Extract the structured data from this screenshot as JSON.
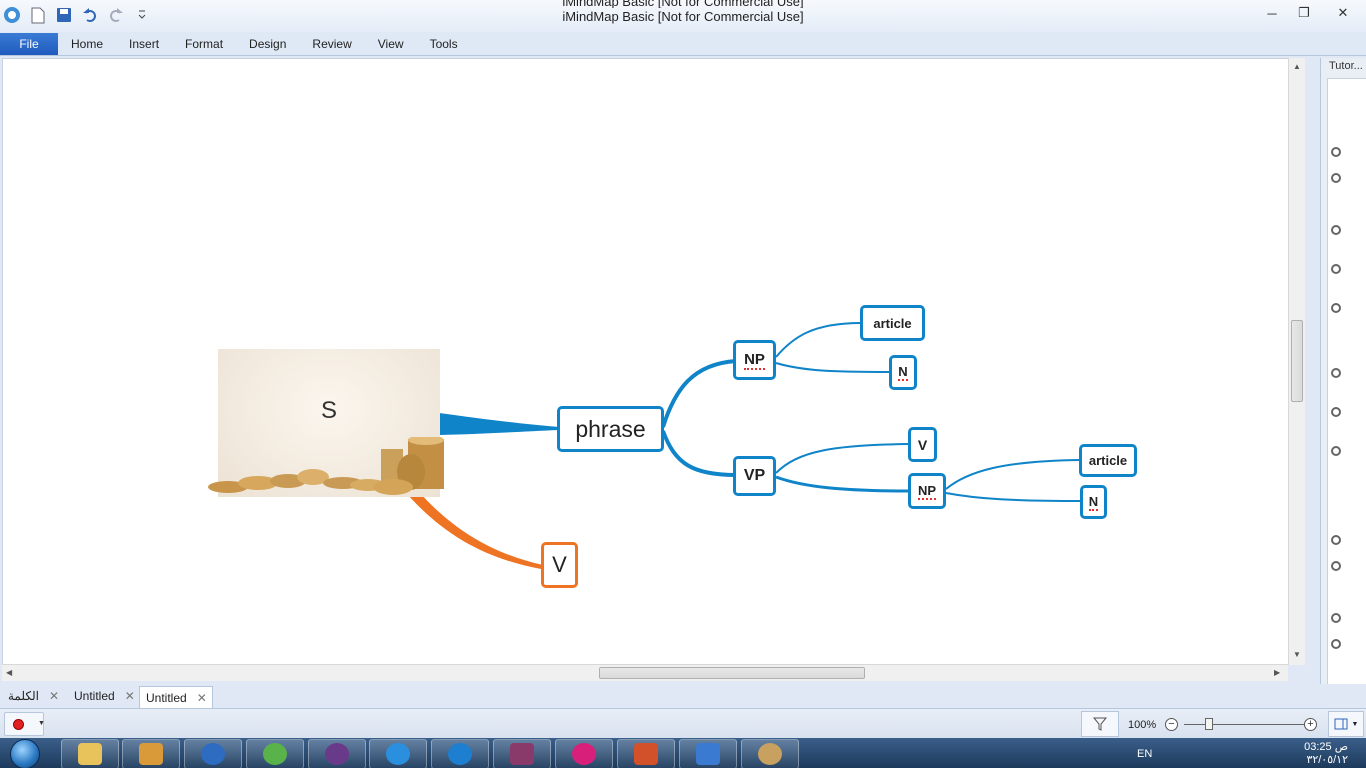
{
  "window": {
    "title": "iMindMap Basic [Not for Commercial Use]",
    "title_ghost": "iMindMap Basic [Not for Commercial Use]"
  },
  "ribbon": {
    "tabs": [
      "File",
      "Home",
      "Insert",
      "Format",
      "Design",
      "Review",
      "View",
      "Tools"
    ]
  },
  "mindmap": {
    "central": "S",
    "nodes": {
      "phrase": "phrase",
      "v_orange": "V",
      "np": "NP",
      "vp": "VP",
      "article1": "article",
      "n1": "N",
      "v": "V",
      "np2": "NP",
      "article2": "article",
      "n2": "N"
    },
    "colors": {
      "blue": "#0f84c9",
      "orange": "#ee7423"
    }
  },
  "side_panel": {
    "title": "Tutor..."
  },
  "doc_tabs": [
    {
      "label": "الكلمة"
    },
    {
      "label": "Untitled"
    },
    {
      "label": "Untitled"
    }
  ],
  "status": {
    "zoom": "100%"
  },
  "taskbar": {
    "lang": "EN",
    "time": "03:25 ص",
    "date": "٣٢/٠٥/١٢"
  }
}
